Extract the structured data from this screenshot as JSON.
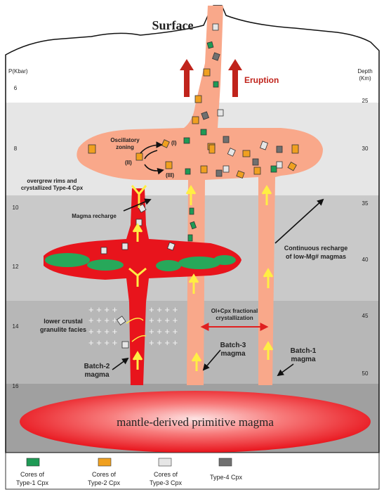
{
  "surface_label": "Surface",
  "eruption_label": "Eruption",
  "p_axis": {
    "title": "P(Kbar)",
    "ticks": [
      "6",
      "8",
      "10",
      "12",
      "14",
      "16"
    ]
  },
  "depth_axis": {
    "title_line1": "Depth",
    "title_line2": "(Km)",
    "ticks": [
      "25",
      "30",
      "35",
      "40",
      "45",
      "50"
    ]
  },
  "oscillatory_zoning": {
    "line1": "Oscillatory",
    "line2": "zoning"
  },
  "stage_labels": [
    "(I)",
    "(II)",
    "(III)"
  ],
  "overgrew_rims": {
    "line1": "overgrew rims and",
    "line2": "crystallized Type-4 Cpx"
  },
  "magma_recharge": "Magma recharge",
  "continuous_recharge": {
    "line1": "Continuous recharge",
    "line2": "of low-Mg# magmas"
  },
  "lower_crustal": {
    "line1": "lower crustal",
    "line2": "granulite facies"
  },
  "fractional_crystallization": {
    "line1": "Ol+Cpx fractional",
    "line2": "crystallization"
  },
  "batch2": {
    "line1": "Batch-2",
    "line2": "magma"
  },
  "batch3": {
    "line1": "Batch-3",
    "line2": "magma"
  },
  "batch1": {
    "line1": "Batch-1",
    "line2": "magma"
  },
  "mantle_label": "mantle-derived primitive magma",
  "legend": [
    {
      "line1": "Cores of",
      "line2": "Type-1 Cpx",
      "color": "#1e9a55"
    },
    {
      "line1": "Cores of",
      "line2": "Type-2 Cpx",
      "color": "#f0a020"
    },
    {
      "line1": "Cores of",
      "line2": "Type-3 Cpx",
      "color": "#e6e6e6"
    },
    {
      "line1": "Type-4 Cpx",
      "line2": "",
      "color": "#707070"
    }
  ],
  "colors": {
    "salmon_magma": "#f9a88a",
    "red_magma": "#e8141c",
    "arrow_red": "#c0241c",
    "yellow_arrow": "#ffee44"
  }
}
